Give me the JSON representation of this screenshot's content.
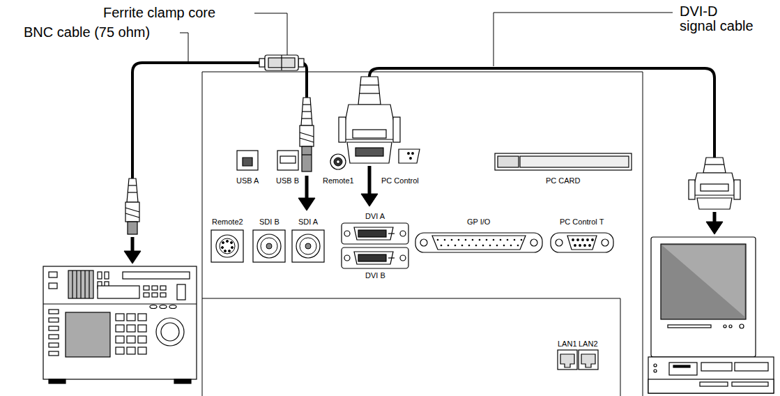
{
  "diagram": {
    "labels": [
      "Ferrite clamp core",
      "BNC cable (75 ohm)",
      "DVI-D signal cable",
      "USB A",
      "USB B",
      "Remote1",
      "PC Control",
      "PC CARD",
      "Remote2",
      "SDI B",
      "SDI A",
      "DVI A",
      "GP I/O",
      "PC Control T",
      "DVI B",
      "LAN1",
      "LAN2"
    ]
  }
}
